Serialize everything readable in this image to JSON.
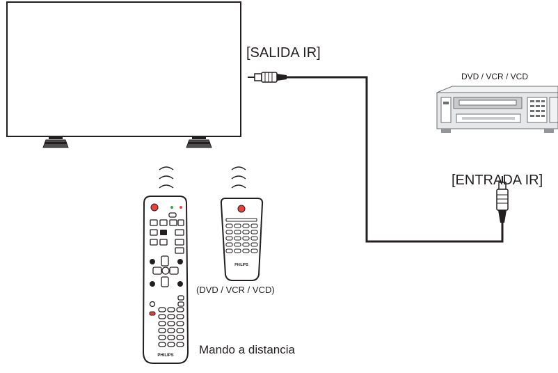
{
  "labels": {
    "ir_out": "[SALIDA IR]",
    "ir_in": "[ENTRADA IR]",
    "player_model": "DVD / VCR / VCD",
    "small_remote_caption": "(DVD / VCR / VCD)",
    "remote_caption": "Mando a distancia"
  },
  "brand": {
    "large_remote": "PHILIPS",
    "small_remote": "PHILIPS"
  },
  "icons": {
    "display": "tv-display-icon",
    "ir_waves": "ir-signal-icon",
    "remote": "remote-control-icon",
    "player": "dvd-player-icon",
    "plug": "audio-plug-icon"
  },
  "colors": {
    "line": "#231f20",
    "device_fill": "#e6e7e8",
    "device_shade": "#c9cacc",
    "power_button": "#e8423f",
    "remote_body": "#ffffff"
  }
}
